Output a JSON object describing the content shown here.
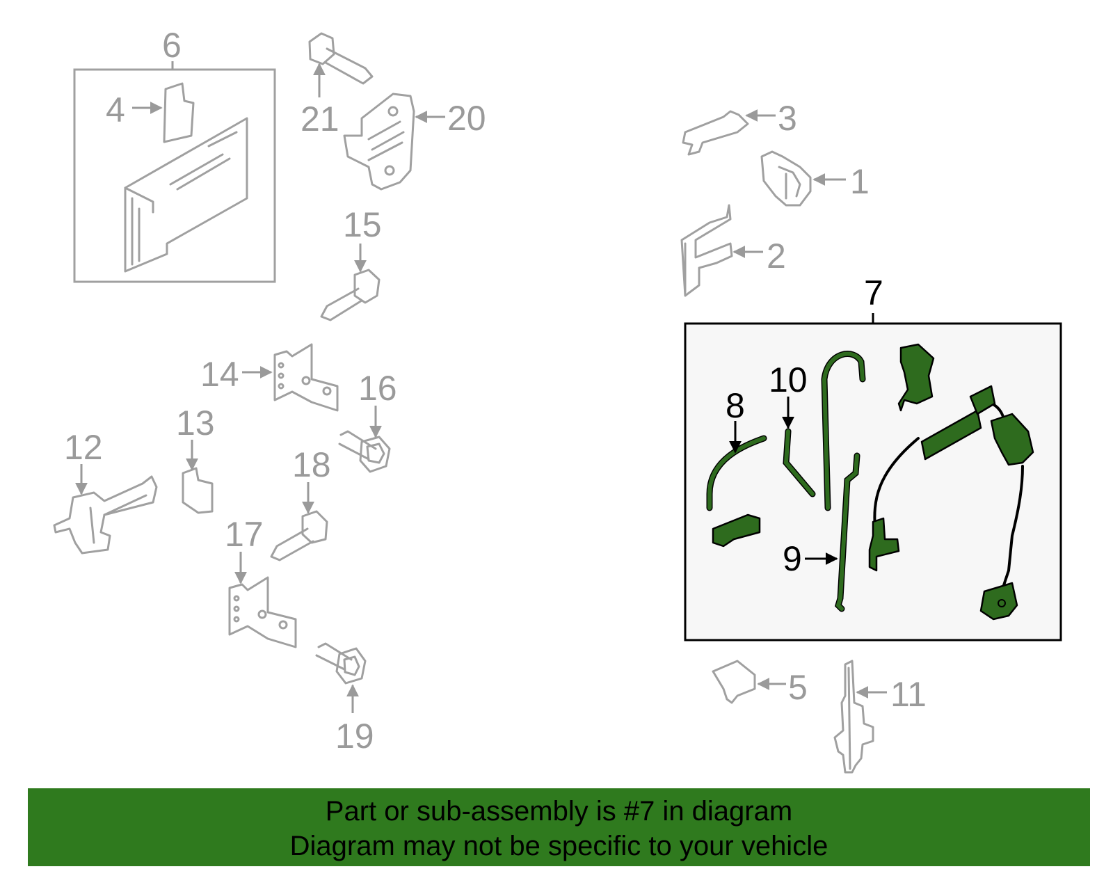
{
  "callouts": {
    "c1": "1",
    "c2": "2",
    "c3": "3",
    "c4": "4",
    "c5": "5",
    "c6": "6",
    "c7": "7",
    "c8": "8",
    "c9": "9",
    "c10": "10",
    "c11": "11",
    "c12": "12",
    "c13": "13",
    "c14": "14",
    "c15": "15",
    "c16": "16",
    "c17": "17",
    "c18": "18",
    "c19": "19",
    "c20": "20",
    "c21": "21"
  },
  "highlighted_part": "7",
  "colors": {
    "highlight_green": "#2e6b1e",
    "banner_green": "#2f7a1e",
    "part_grey": "#a0a0a0",
    "assembly_box_fill": "#f7f7f7"
  },
  "banner": {
    "line1": "Part or sub-assembly is #7 in diagram",
    "line2": "Diagram may not be specific to your vehicle"
  }
}
